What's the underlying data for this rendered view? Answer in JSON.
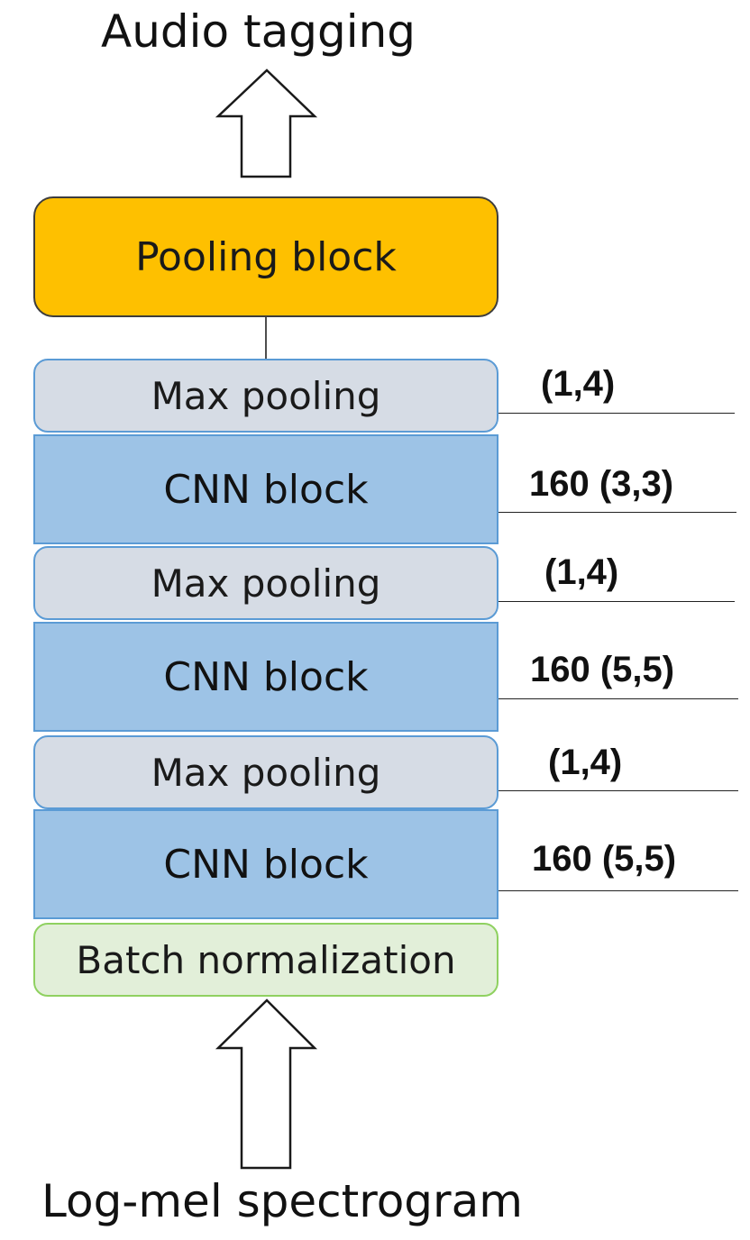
{
  "diagram": {
    "output_label": "Audio tagging",
    "input_label": "Log-mel spectrogram",
    "pooling_block": {
      "label": "Pooling block"
    },
    "layers": [
      {
        "label": "Max pooling",
        "param": "(1,4)"
      },
      {
        "label": "CNN block",
        "param": "160 (3,3)"
      },
      {
        "label": "Max pooling",
        "param": "(1,4)"
      },
      {
        "label": "CNN block",
        "param": "160 (5,5)"
      },
      {
        "label": "Max pooling",
        "param": "(1,4)"
      },
      {
        "label": "CNN block",
        "param": "160 (5,5)"
      }
    ],
    "batch_norm": {
      "label": "Batch normalization"
    },
    "colors": {
      "pooling_block": "#fec000",
      "max_pooling": "#d6dce5",
      "cnn_block": "#9dc3e6",
      "batch_norm": "#e2efd9",
      "block_border_blue": "#5b9bd5",
      "batch_norm_border": "#8fd160"
    }
  }
}
